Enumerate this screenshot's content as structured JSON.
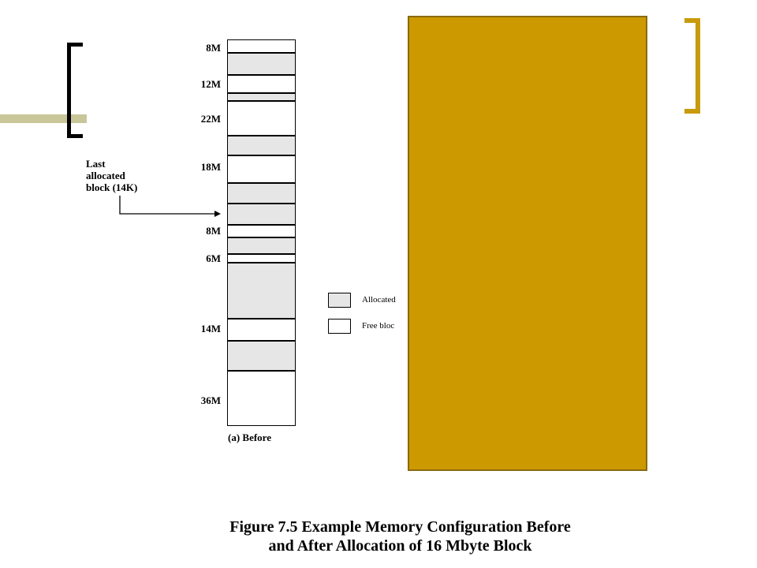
{
  "labels": {
    "block_8m_top": "8M",
    "block_12m": "12M",
    "block_22m": "22M",
    "block_18m": "18M",
    "block_8m_mid": "8M",
    "block_6m": "6M",
    "block_14m": "14M",
    "block_36m": "36M"
  },
  "annotation": {
    "line1": "Last",
    "line2": "allocated",
    "line3": "block (14K)"
  },
  "subcaption": "(a) Before",
  "legend": {
    "allocated": "Allocated",
    "free": "Free bloc"
  },
  "caption": {
    "line1": "Figure 7.5     Example Memory Configuration Before",
    "line2": "and After Allocation of 16 Mbyte Block"
  },
  "colors": {
    "allocated_fill": "#e6e6e6",
    "free_fill": "#ffffff",
    "gold_panel": "#cc9900",
    "deco_bar": "#c9c79a",
    "right_bracket": "#c89b0d"
  }
}
